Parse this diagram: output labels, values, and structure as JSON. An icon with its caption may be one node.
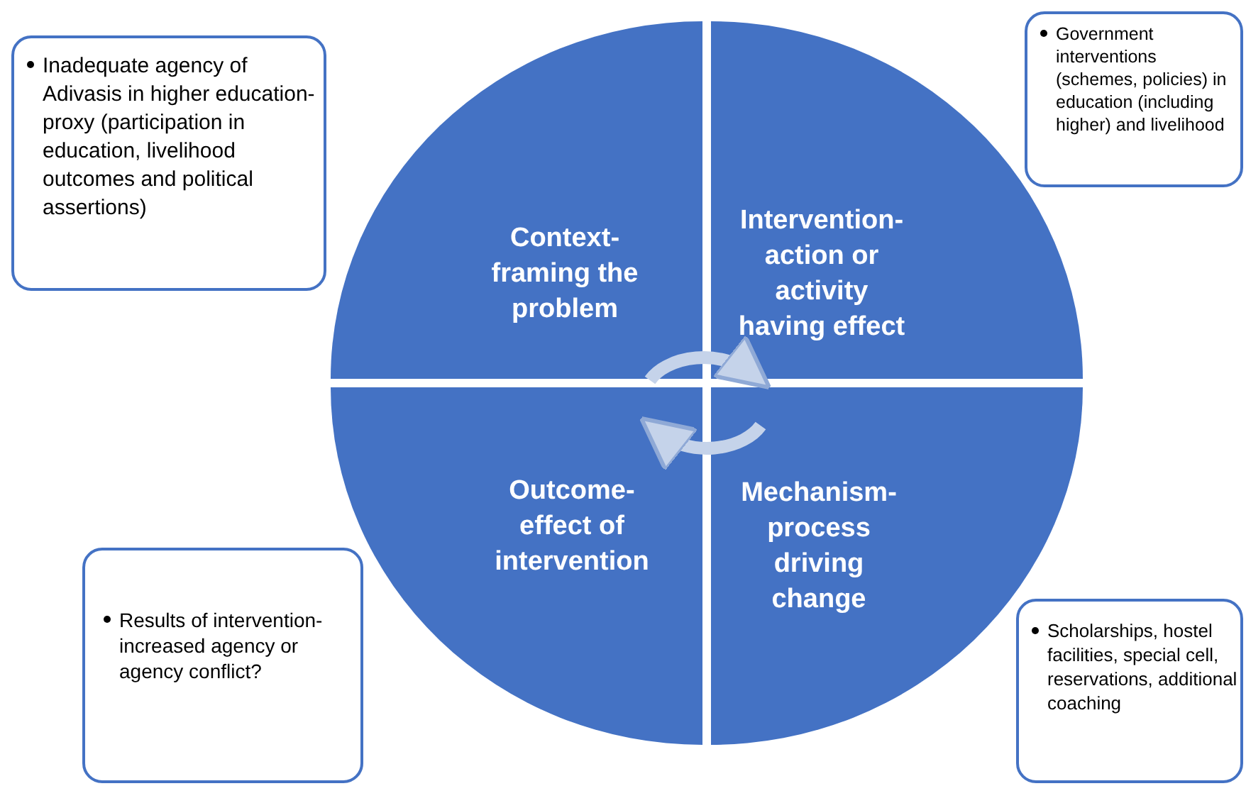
{
  "diagram": {
    "nodes": [
      {
        "text": [
          "Context- framing the problem"
        ]
      },
      {
        "text": [
          "Intervention- action or activity having effect"
        ]
      },
      {
        "text": [
          "Outcome- effect of intervention"
        ]
      },
      {
        "text": [
          "Mechanism- process driving change"
        ]
      },
      {
        "text": [
          "Inadequate agency of Adivasis in higher education- proxy (participation in education, livelihood outcomes and political assertions)"
        ]
      },
      {
        "text": [
          "Government interventions (schemes, policies) in education (including higher) and livelihood"
        ]
      },
      {
        "text": [
          "Results of intervention- increased agency or agency conflict?"
        ]
      },
      {
        "text": [
          "Scholarships, hostel facilities, special cell, reservations, additional coaching"
        ]
      }
    ],
    "edges": [
      {
        "from": 0,
        "to": 1,
        "arrow": "to"
      },
      {
        "from": 3,
        "to": 2,
        "arrow": "to"
      }
    ]
  }
}
